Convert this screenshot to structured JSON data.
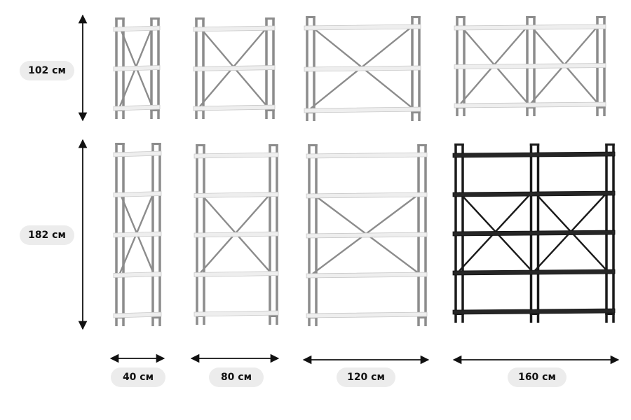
{
  "heights": [
    {
      "label": "102 см"
    },
    {
      "label": "182 см"
    }
  ],
  "widths": [
    {
      "label": "40 см"
    },
    {
      "label": "80 см"
    },
    {
      "label": "120 см"
    },
    {
      "label": "160 см"
    }
  ],
  "rows": [
    {
      "shelves": 3
    },
    {
      "shelves": 5
    }
  ],
  "colors": {
    "frame_grey": "#8c8c8c",
    "frame_black": "#1a1a1a",
    "shelf_white": "#eeeeee",
    "shelf_black": "#262626",
    "pill_bg": "#ececec",
    "label_text": "#111111",
    "arrow": "#111111"
  },
  "shelves": [
    {
      "width_label": "40 см",
      "height_label": "102 см",
      "finish": "grey-white",
      "bays": 1,
      "cross_braces": true
    },
    {
      "width_label": "80 см",
      "height_label": "102 см",
      "finish": "grey-white",
      "bays": 1,
      "cross_braces": true
    },
    {
      "width_label": "120 см",
      "height_label": "102 см",
      "finish": "grey-white",
      "bays": 1,
      "cross_braces": true
    },
    {
      "width_label": "160 см",
      "height_label": "102 см",
      "finish": "grey-white",
      "bays": 2,
      "cross_braces": true
    },
    {
      "width_label": "40 см",
      "height_label": "182 см",
      "finish": "grey-white",
      "bays": 1,
      "cross_braces": true
    },
    {
      "width_label": "80 см",
      "height_label": "182 см",
      "finish": "grey-white",
      "bays": 1,
      "cross_braces": true
    },
    {
      "width_label": "120 см",
      "height_label": "182 см",
      "finish": "grey-white",
      "bays": 1,
      "cross_braces": true
    },
    {
      "width_label": "160 см",
      "height_label": "182 см",
      "finish": "black",
      "bays": 2,
      "cross_braces": true
    }
  ]
}
